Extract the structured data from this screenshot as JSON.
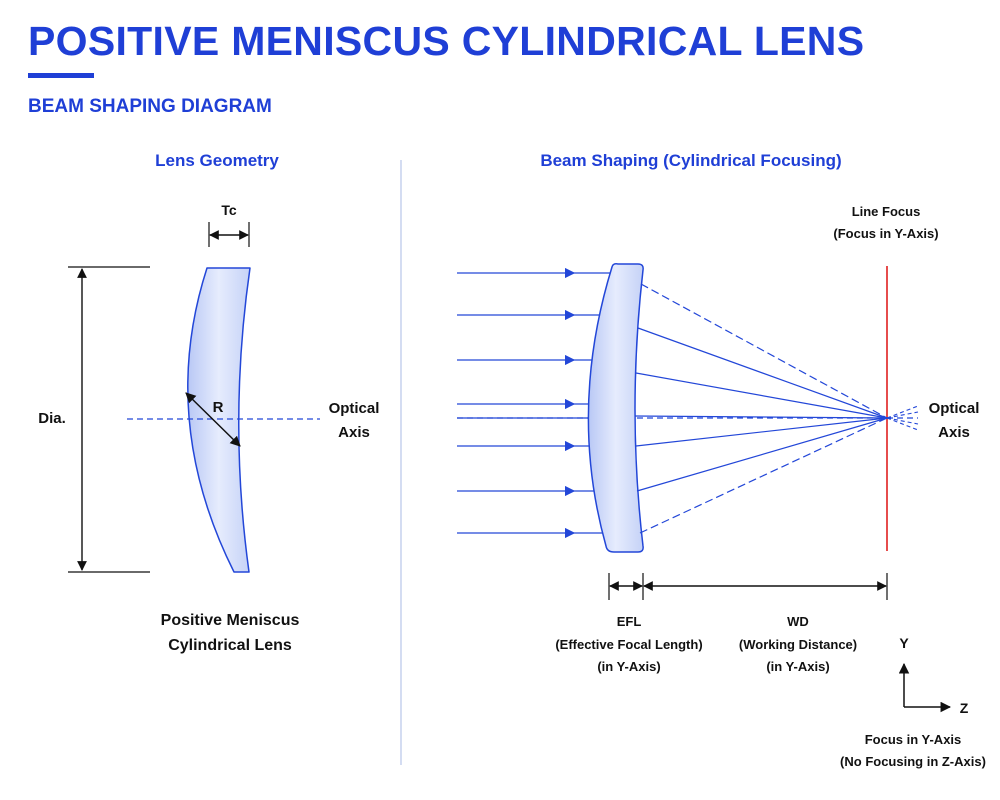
{
  "header": {
    "title": "POSITIVE MENISCUS CYLINDRICAL LENS",
    "subtitle": "BEAM SHAPING DIAGRAM"
  },
  "left_panel": {
    "heading": "Lens Geometry",
    "tc_label": "Tc",
    "dia_label": "Dia.",
    "radius_label": "R",
    "axis_label_line1": "Optical",
    "axis_label_line2": "Axis",
    "caption_line1": "Positive Meniscus",
    "caption_line2": "Cylindrical Lens"
  },
  "right_panel": {
    "heading": "Beam Shaping (Cylindrical Focusing)",
    "line_focus_line1": "Line Focus",
    "line_focus_line2": "(Focus in Y-Axis)",
    "axis_label_line1": "Optical",
    "axis_label_line2": "Axis",
    "efl_label": "EFL",
    "efl_desc_line1": "(Effective Focal Length)",
    "efl_desc_line2": "(in Y-Axis)",
    "wd_label": "WD",
    "wd_desc_line1": "(Working Distance)",
    "wd_desc_line2": "(in Y-Axis)",
    "y_axis_label": "Y",
    "z_axis_label": "Z",
    "note_line1": "Focus in Y-Axis",
    "note_line2": "(No Focusing in Z-Axis)"
  },
  "colors": {
    "accent": "#1f3fd6",
    "ray": "#2347d8",
    "lens_fill": "#dde5fb",
    "lens_stroke": "#2347d8",
    "focal_line": "#e02020",
    "text": "#111111"
  }
}
